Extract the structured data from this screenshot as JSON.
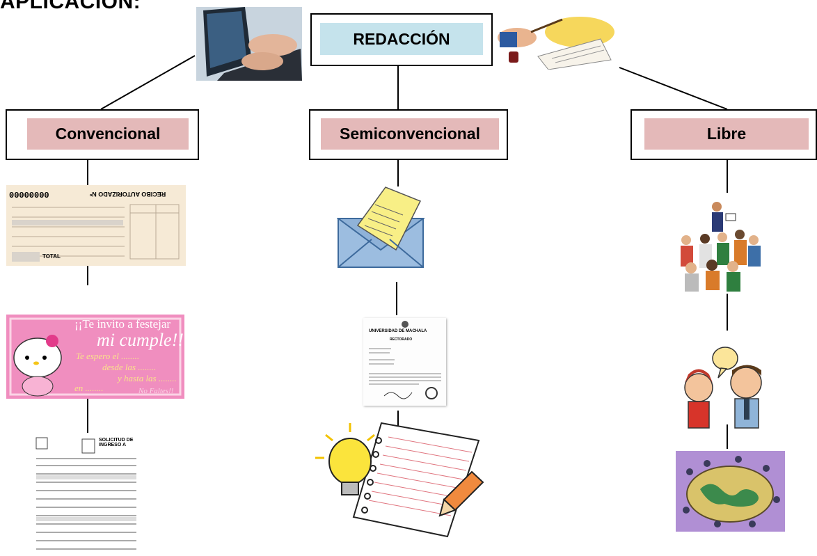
{
  "heading": "APLICACIÓN:",
  "root": {
    "label": "REDACCIÓN",
    "fill": "#c5e3ec"
  },
  "branches": [
    {
      "id": "convencional",
      "label": "Convencional",
      "fill": "#e4b9b9"
    },
    {
      "id": "semiconvencional",
      "label": "Semiconvencional",
      "fill": "#e4b9b9"
    },
    {
      "id": "libre",
      "label": "Libre",
      "fill": "#e4b9b9"
    }
  ],
  "images": {
    "laptop": "laptop-typing-image",
    "quill": "quill-writing-image",
    "receipt": "receipt-form-image",
    "invitation": "birthday-invitation-image",
    "application": "application-form-image",
    "envelope": "envelope-letter-image",
    "letter": "official-letter-image",
    "idea": "idea-notebook-image",
    "group": "group-discussion-image",
    "conversation": "conversation-image",
    "globe": "world-map-table-image"
  },
  "receipt": {
    "number": "00000000",
    "title": "RECIBO AUTORIZADO Nº",
    "total": "TOTAL"
  },
  "invitation": {
    "line1": "¡¡Te invito a festejar",
    "line2": "mi cumple!!",
    "line3": "Te espero el ........",
    "line4": "desde las ........",
    "line5": "y hasta las ........",
    "line6": "en ........",
    "footer": "No Faltes!!"
  },
  "application": {
    "title": "SOLICITUD DE INGRESO A"
  },
  "letter": {
    "title": "UNIVERSIDAD DE MACHALA",
    "subtitle": "RECTORADO"
  }
}
